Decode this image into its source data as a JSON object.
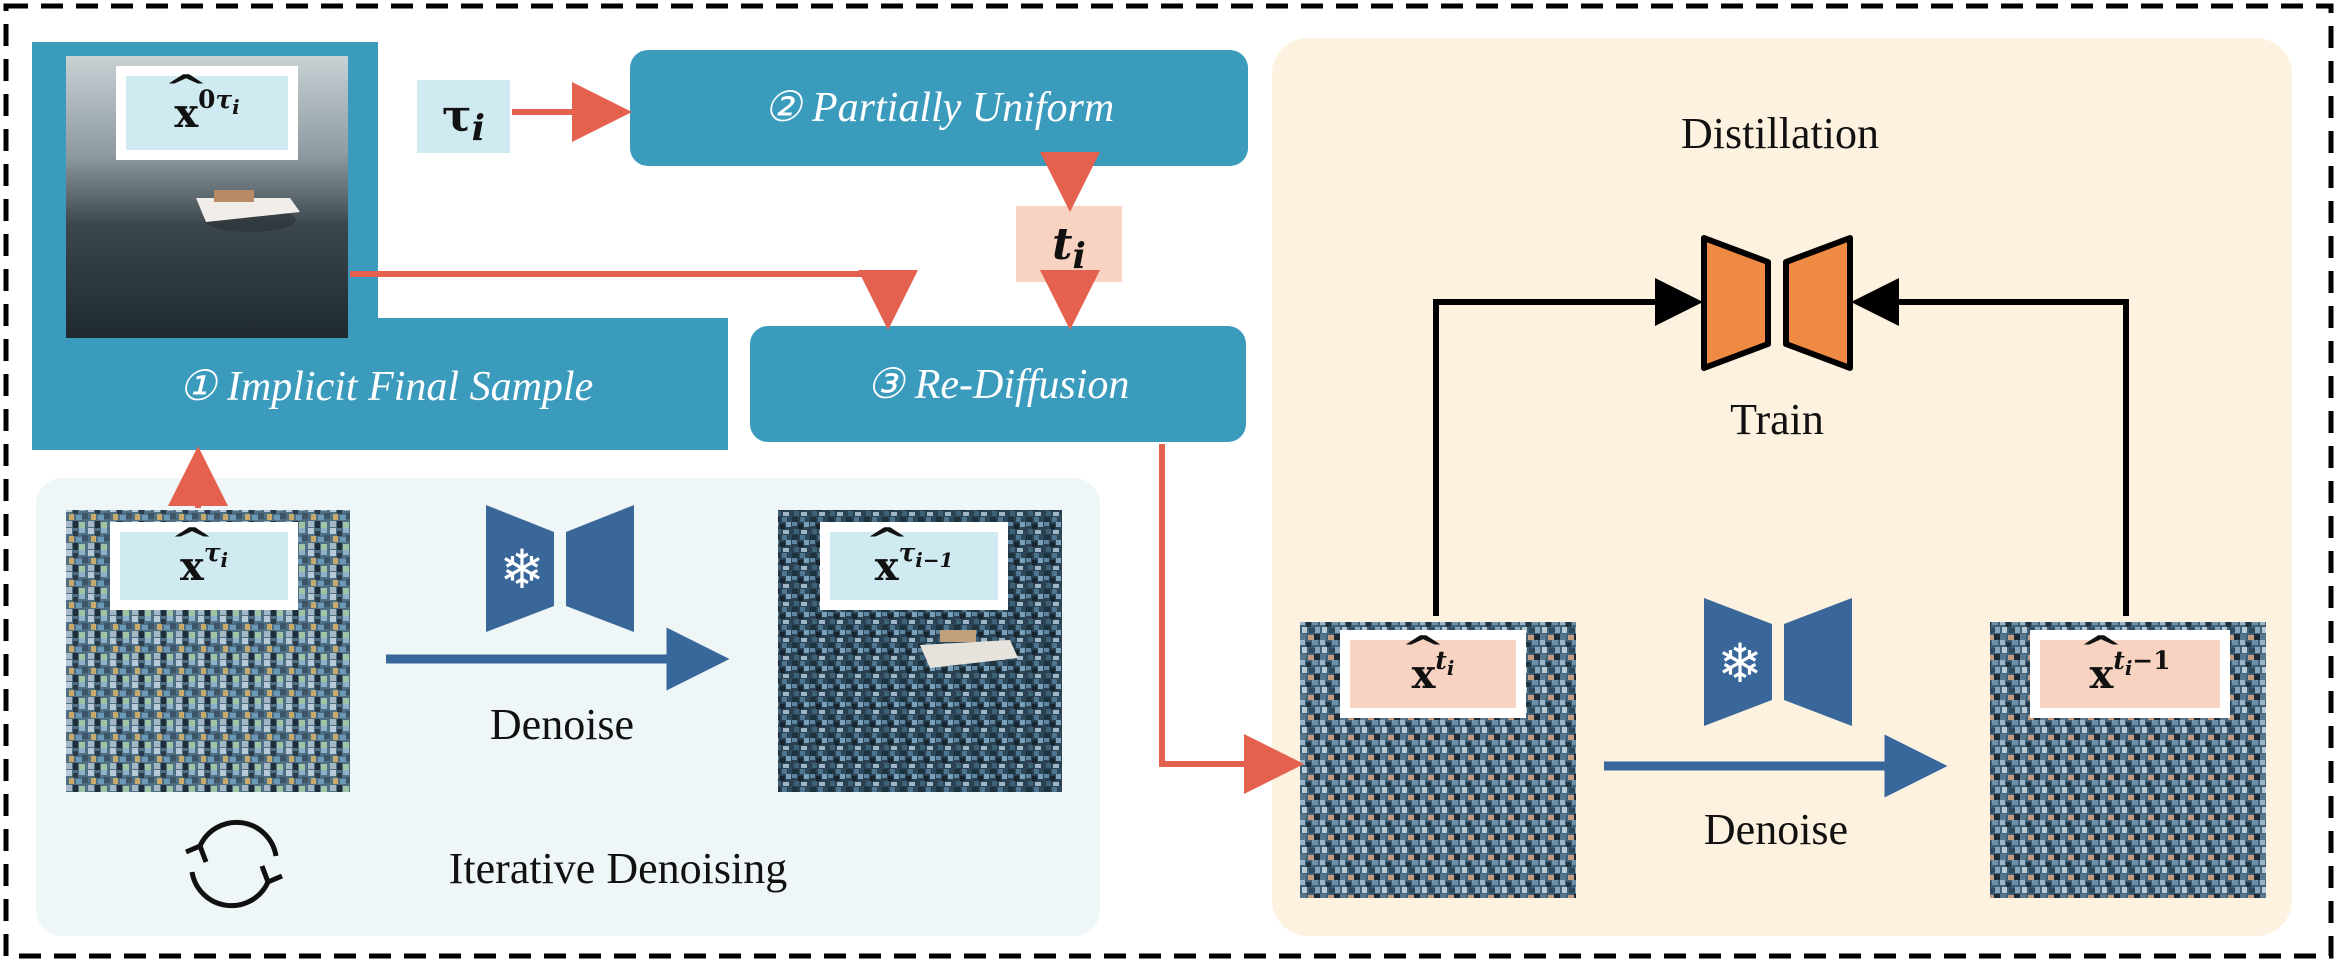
{
  "colors": {
    "teal_box": "#3a9bbd",
    "light_teal_panel": "#eef6f8",
    "cream_panel": "#fdf1df",
    "label_teal": "#cfeaf0",
    "label_peach": "#f8d3c1",
    "arrow_red": "#e4614f",
    "arrow_blue": "#38689b",
    "unet_blue": "#3a6799",
    "unet_orange": "#ef8a45",
    "black": "#000000"
  },
  "top": {
    "tau_label": "τ",
    "tau_sub": "i",
    "partially_uniform": "② Partially Uniform",
    "t_label": "t",
    "t_sub": "i",
    "re_diffusion": "③ Re-Diffusion",
    "implicit_final_sample": "① Implicit Final Sample"
  },
  "images": {
    "final_sample": {
      "base": "x",
      "sup": "0",
      "sub": "τ",
      "subsub": "i"
    },
    "noisy_input": {
      "base": "x",
      "sup": "τ",
      "subsub": "i"
    },
    "denoised_prev": {
      "base": "x",
      "sup": "τ",
      "subsub": "i−1"
    },
    "student_input": {
      "base": "x",
      "sup": "t",
      "subsub": "i"
    },
    "student_output": {
      "base": "x",
      "sup": "t",
      "subsub": "i",
      "tail": "−1"
    }
  },
  "left_panel": {
    "denoise_label": "Denoise",
    "iterative_label": "Iterative Denoising",
    "frozen_icon": "snowflake-icon",
    "loop_icon": "refresh-cycle-icon"
  },
  "right_panel": {
    "title": "Distillation",
    "train_label": "Train",
    "denoise_label": "Denoise",
    "frozen_icon": "snowflake-icon"
  }
}
